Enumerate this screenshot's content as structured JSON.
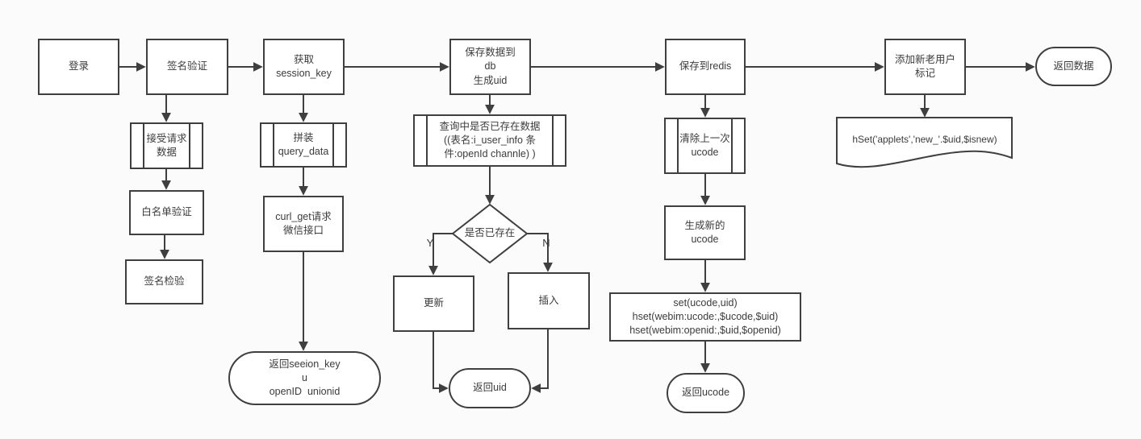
{
  "diagram": {
    "colors": {
      "stroke": "#3f3f3f",
      "shape_fill": "#ffffff",
      "background": "#fbfbfb",
      "text": "#3b3b3b"
    },
    "nodes": {
      "login": {
        "label": "登录"
      },
      "sign_verify": {
        "label": "签名验证"
      },
      "get_session_key": {
        "label": "获取\nsession_key"
      },
      "save_db": {
        "label": "保存数据到\ndb\n生成uid"
      },
      "save_redis": {
        "label": "保存到redis"
      },
      "add_user_flag": {
        "label": "添加新老用户\n标记"
      },
      "return_data": {
        "label": "返回数据"
      },
      "accept_request": {
        "label": "接受请求\n数据"
      },
      "whitelist_verify": {
        "label": "白名单验证"
      },
      "sign_check": {
        "label": "签名检验"
      },
      "assemble_query": {
        "label": "拼装\nquery_data"
      },
      "curl_get": {
        "label": "curl_get请求\n微信接口"
      },
      "return_session_key": {
        "label": "返回seeion_key\nu\nopenID  unionid"
      },
      "query_exists": {
        "label": "查询中是否已存在数据\n((表名:i_user_info 条\n件:openId channle) )"
      },
      "exists_decision": {
        "label": "是否已存在"
      },
      "update": {
        "label": "更新"
      },
      "insert": {
        "label": "插入"
      },
      "return_uid": {
        "label": "返回uid"
      },
      "clear_ucode": {
        "label": "清除上一次\nucode"
      },
      "gen_ucode": {
        "label": "生成新的\nucode"
      },
      "set_ucode": {
        "label": "set(ucode,uid)\nhset(webim:ucode:,$ucode,$uid)\nhset(webim:openid:,$uid,$openid)"
      },
      "return_ucode": {
        "label": "返回ucode"
      },
      "hset_doc": {
        "label": "hSet('applets','new_'.$uid,$isnew)"
      }
    },
    "branch_labels": {
      "yes": "Y",
      "no": "N"
    }
  }
}
